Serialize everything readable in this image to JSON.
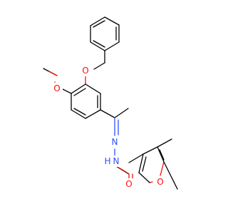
{
  "molecule": {
    "colors": {
      "bond": "#000000",
      "oxygen": "#ff0d0d",
      "nitrogen": "#3050f8"
    },
    "atom_labels": {
      "ether_oxygen_benzyl": "O",
      "methoxy_oxygen": "O",
      "imine_nitrogen": "N",
      "hydrazide_nitrogen": "N",
      "hydrazide_hydrogen": "H",
      "carbonyl_oxygen": "O",
      "furan_oxygen": "O"
    }
  }
}
